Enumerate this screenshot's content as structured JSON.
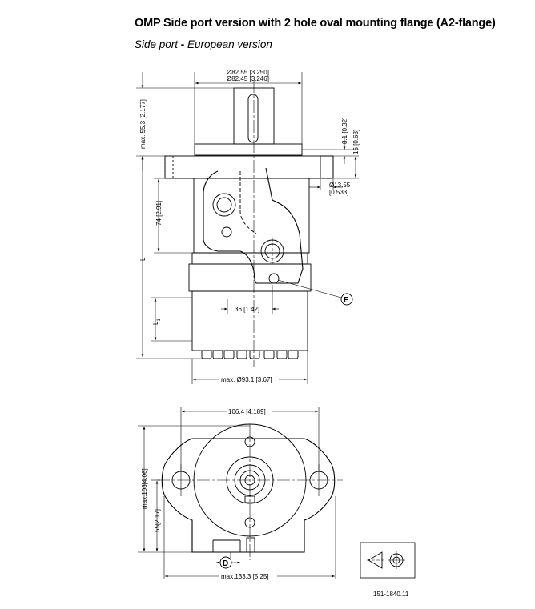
{
  "header": {
    "title": "OMP Side port version with 2 hole oval mounting flange (A2-flange)",
    "subtitle_part1": "Side port",
    "subtitle_sep": " - ",
    "subtitle_part2": "European version"
  },
  "side_view": {
    "dim_shaft_dia_max": "Ø82.55 [3.250]",
    "dim_shaft_dia_min": "Ø82.45 [3.246]",
    "dim_height_max": "max. 55.3 [2.177]",
    "dim_8_1": "8.1 [0.32]",
    "dim_16": "16 [0.63]",
    "dim_hole_dia": "Ø13.55",
    "dim_hole_dia_in": "[0.533]",
    "dim_74": "74 [2.91]",
    "dim_L": "L",
    "dim_L1": "L",
    "dim_L1_sub": "1",
    "dim_36": "36 [1.42]",
    "dim_max_dia": "max. Ø93.1 [3.67]",
    "label_E": "E"
  },
  "front_view": {
    "dim_106": "106.4 [4.189]",
    "dim_max103": "max.103[4.06]",
    "dim_55": "55[2.17]",
    "dim_max133": "max.133.3 [5.25]",
    "label_D": "D"
  },
  "drawing_code": "151-1840.11"
}
